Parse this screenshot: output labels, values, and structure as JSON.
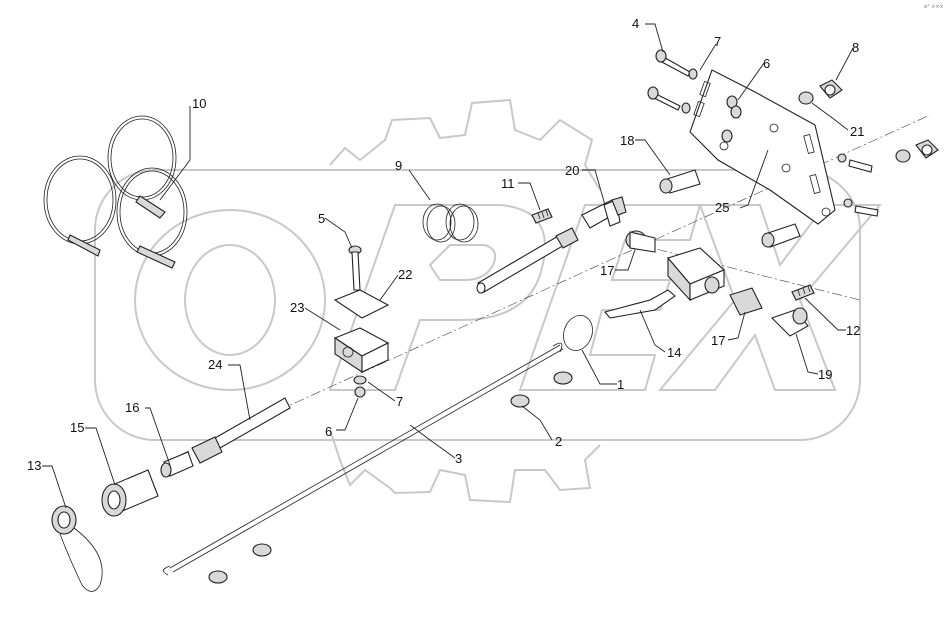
{
  "corner_mark": "e° ×××",
  "watermark": {
    "text": "OPEX",
    "color": "#c8c8c8"
  },
  "callouts": [
    "1",
    "2",
    "3",
    "4",
    "5",
    "6",
    "6",
    "7",
    "7",
    "8",
    "9",
    "10",
    "11",
    "12",
    "13",
    "14",
    "15",
    "16",
    "17",
    "17",
    "18",
    "19",
    "20",
    "21",
    "22",
    "23",
    "24",
    "25"
  ]
}
